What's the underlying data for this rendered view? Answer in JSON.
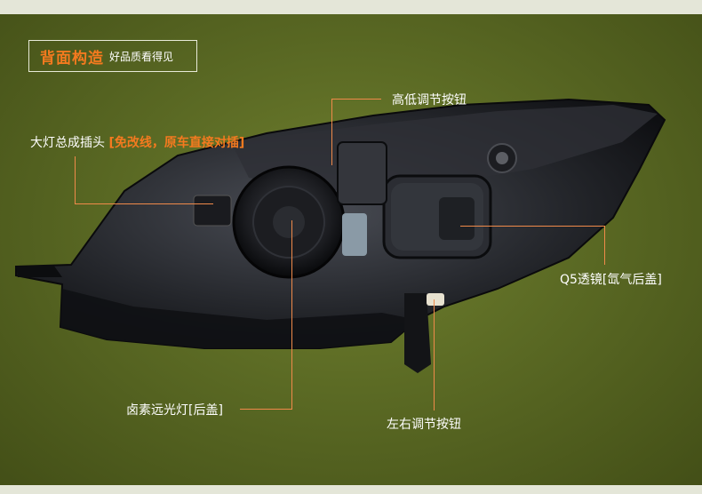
{
  "header": {
    "title": "背面构造",
    "subtitle": "好品质看得见"
  },
  "callouts": {
    "height_adjust": "高低调节按钮",
    "connector_main": "大灯总成插头 ",
    "connector_note": "[免改线，原车直接对插]",
    "q5_lens": "Q5透镜[氙气后盖]",
    "halogen_high": "卤素远光灯[后盖]",
    "lr_adjust": "左右调节按钮"
  },
  "colors": {
    "accent": "#f57a1f",
    "background": "#56631f",
    "frame": "#e4e6d8"
  }
}
